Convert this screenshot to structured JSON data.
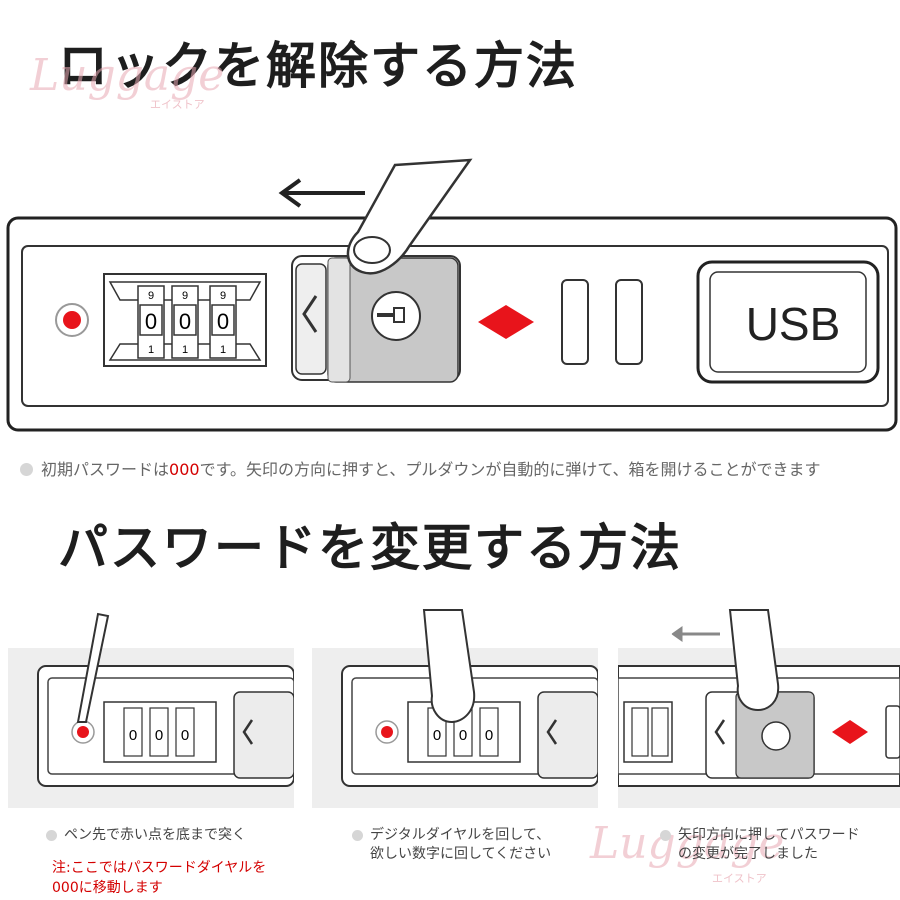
{
  "title_unlock": "ロックを解除する方法",
  "title_change": "パスワードを変更する方法",
  "watermark": {
    "brand": "Luggage",
    "sub": "エイストア"
  },
  "lock": {
    "digits_top": [
      "9",
      "9",
      "9"
    ],
    "digits_mid": [
      "0",
      "0",
      "0"
    ],
    "digits_bottom": [
      "1",
      "1",
      "1"
    ],
    "usb_label": "USB"
  },
  "unlock_caption": {
    "before": "初期パスワードは",
    "code": "000",
    "after": "です。矢印の方向に押すと、プルダウンが自動的に弾けて、箱を開けることができます"
  },
  "steps": [
    {
      "line1": "ペン先で赤い点を底まで突く",
      "line2": ""
    },
    {
      "line1": "デジタルダイヤルを回して、",
      "line2": "欲しい数字に回してください"
    },
    {
      "line1": "矢印方向に押してパスワード",
      "line2": "の変更が完了しました"
    }
  ],
  "note": {
    "line1": "注:ここではパスワードダイヤルを",
    "line2": "000に移動します"
  },
  "colors": {
    "accent_red": "#e8141b",
    "note_red": "#d40000",
    "panel_bg": "#eeeeee"
  }
}
